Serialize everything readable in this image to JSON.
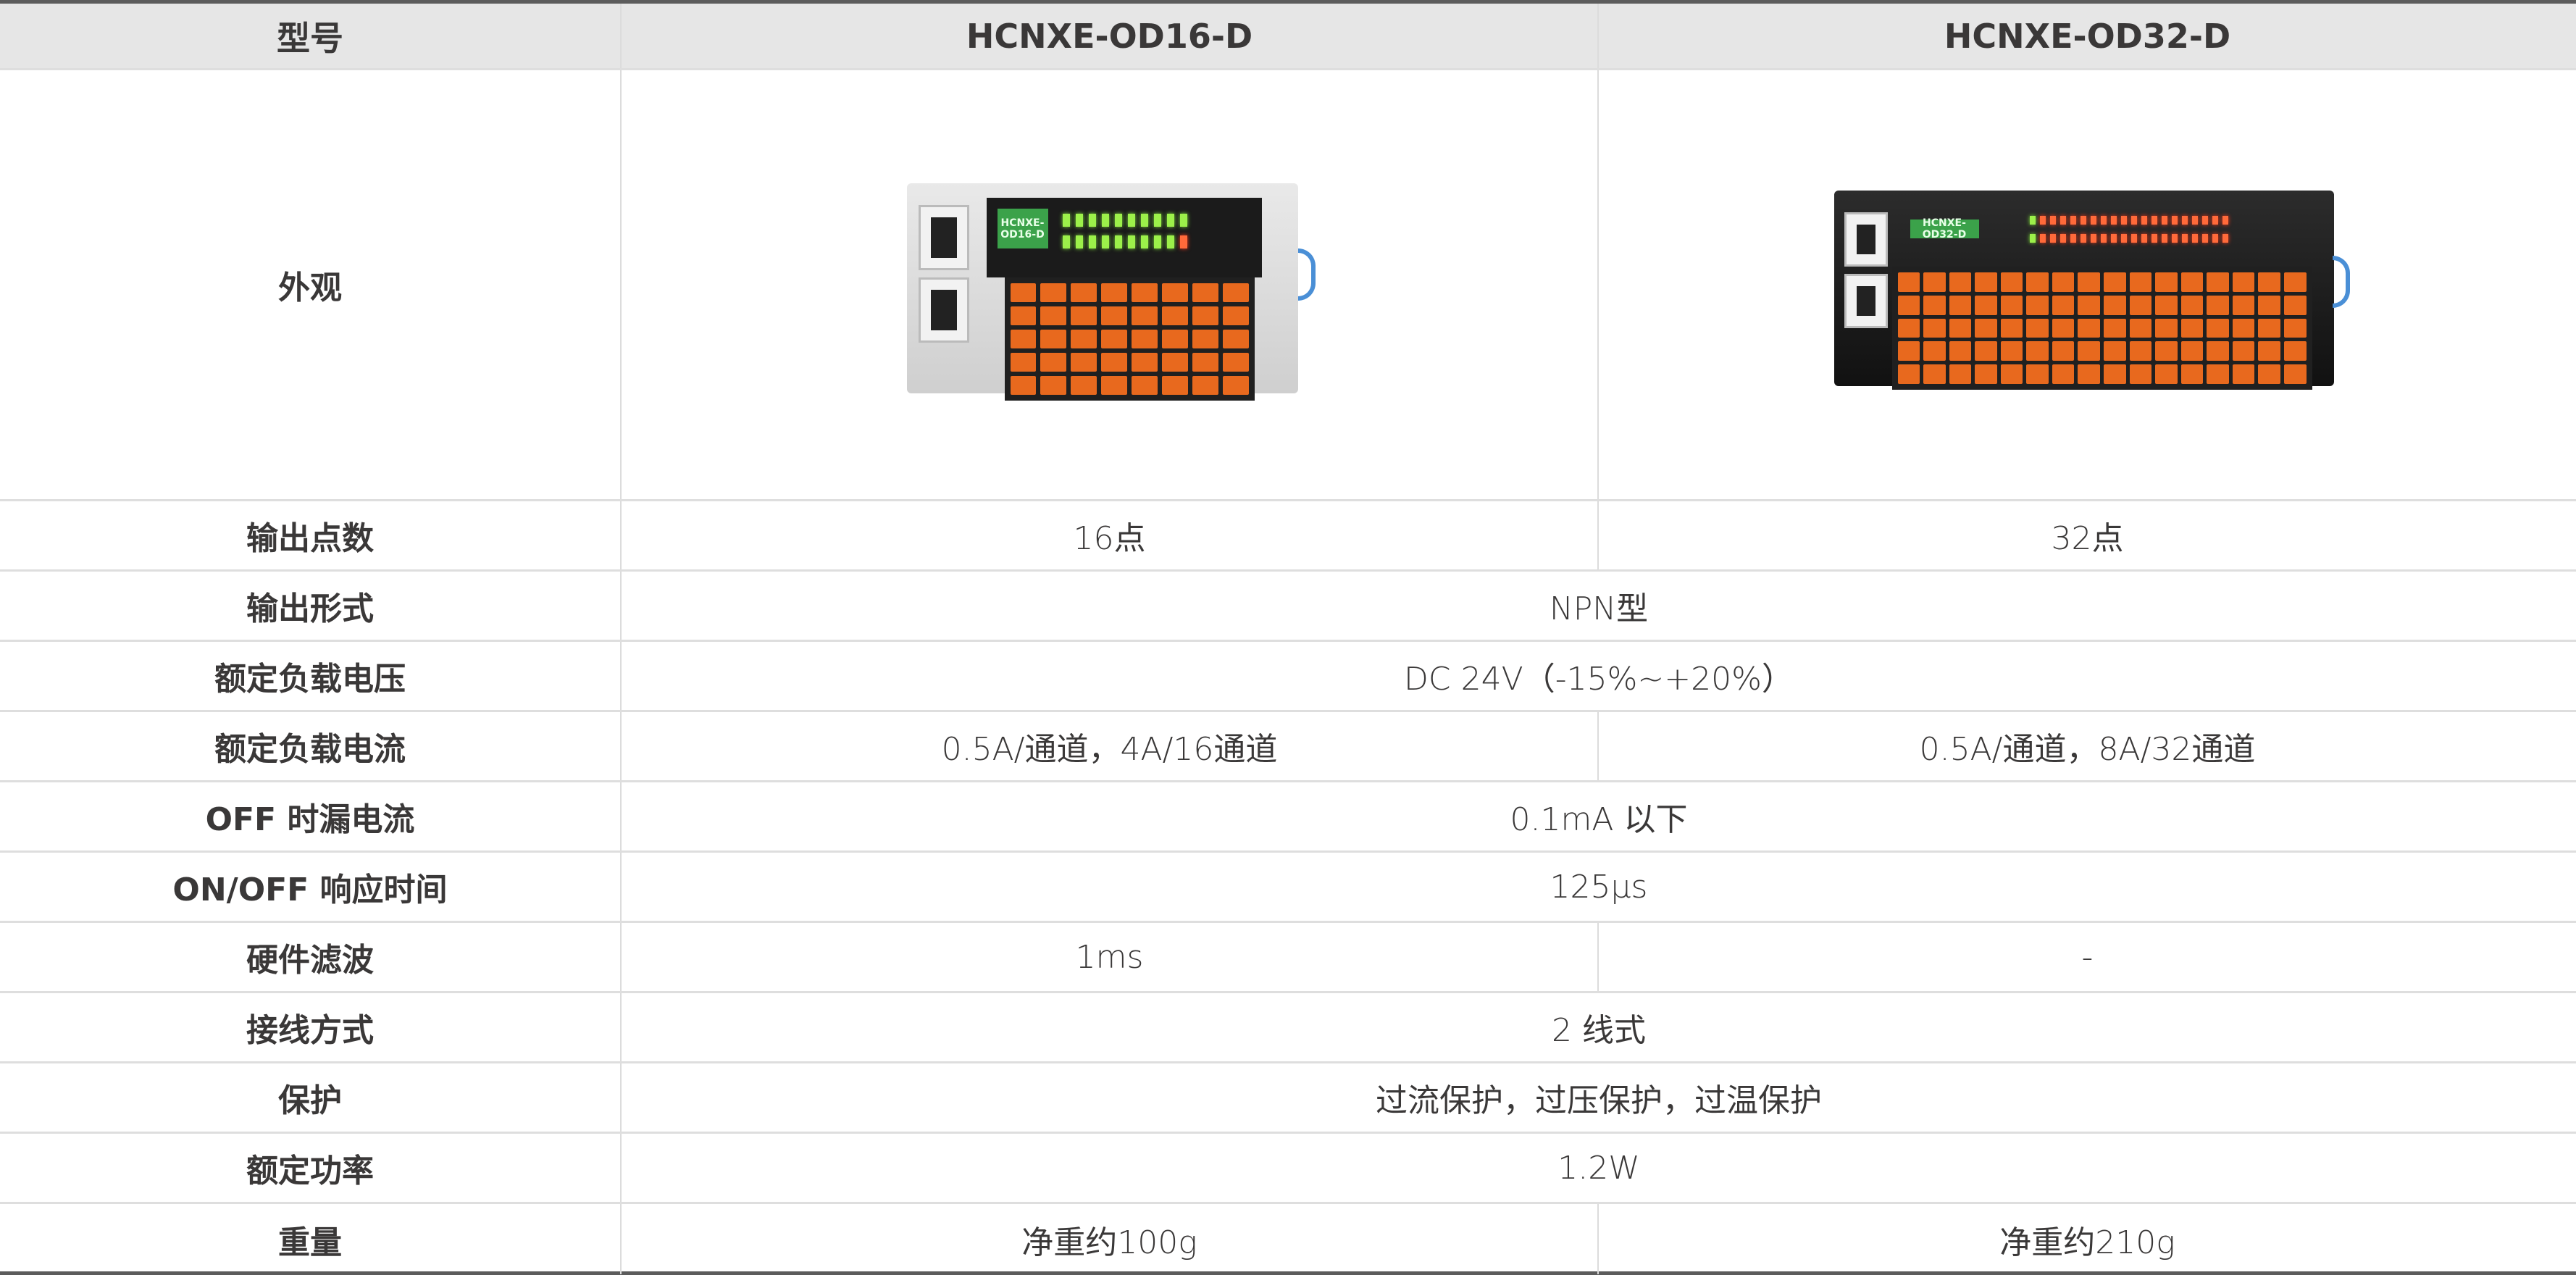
{
  "table": {
    "header": {
      "label": "型号",
      "models": [
        "HCNXE-OD16-D",
        "HCNXE-OD32-D"
      ]
    },
    "appearance": {
      "label": "外观",
      "images": [
        {
          "alt": "HCNXE-OD16-D module (light grey housing, 16 LEDs, orange terminal block)",
          "panel_label": "HCNXE-OD16-D"
        },
        {
          "alt": "HCNXE-OD32-D module (black housing, 32 LEDs, orange terminal block)",
          "panel_label": "HCNXE-OD32-D"
        }
      ]
    },
    "rows": [
      {
        "label": "输出点数",
        "values": [
          "16点",
          "32点"
        ]
      },
      {
        "label": "输出形式",
        "value": "NPN型"
      },
      {
        "label": "额定负载电压",
        "value": "DC 24V（-15%~+20%）"
      },
      {
        "label": "额定负载电流",
        "values": [
          "0.5A/通道，4A/16通道",
          "0.5A/通道，8A/32通道"
        ]
      },
      {
        "label": "OFF 时漏电流",
        "value": "0.1mA 以下"
      },
      {
        "label": "ON/OFF 响应时间",
        "value": "125µs"
      },
      {
        "label": "硬件滤波",
        "values": [
          "1ms",
          "-"
        ]
      },
      {
        "label": "接线方式",
        "value": "2 线式"
      },
      {
        "label": "保护",
        "value": "过流保护，过压保护，过温保护"
      },
      {
        "label": "额定功率",
        "value": "1.2W"
      },
      {
        "label": "重量",
        "values": [
          "净重约100g",
          "净重约210g"
        ]
      }
    ]
  },
  "colors": {
    "header_bg": "#e6e6e6",
    "text": "#3a3838",
    "grid": "#dedede",
    "outer_border": "#5c5c5c",
    "terminal_orange": "#e8691e",
    "led_green": "#9cf04a"
  }
}
